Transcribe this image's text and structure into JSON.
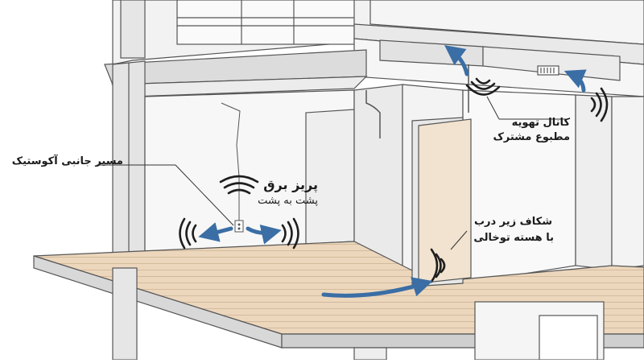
{
  "labels": {
    "side_path": "مسیر جانبی آکوستیک",
    "outlet_line1": "پریز برق",
    "outlet_line2": "پشت به پشت",
    "duct_line1": "کانال تهویه",
    "duct_line2": "مطبوع مشترک",
    "door_line1": "شکاف زیر درب",
    "door_line2": "با هسته توخالی"
  },
  "colors": {
    "arrow": "#3a6ea5",
    "wave": "#1e1e1e",
    "floor": "#ecd7bd",
    "door": "#f1e3cf",
    "wall": "#f4f4f4",
    "outline": "#555555"
  }
}
